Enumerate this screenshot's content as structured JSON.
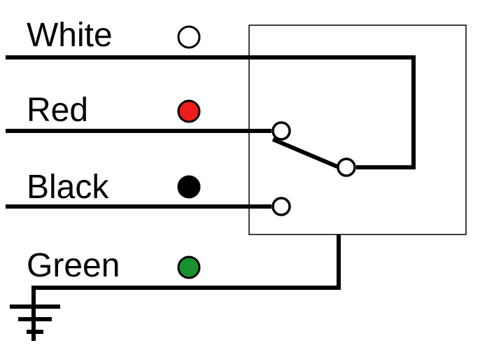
{
  "wires": [
    {
      "label": "White",
      "color": "#ffffff"
    },
    {
      "label": "Red",
      "color": "#ee1c1c"
    },
    {
      "label": "Black",
      "color": "#000000"
    },
    {
      "label": "Green",
      "color": "#17922f"
    }
  ],
  "switch": {
    "type": "single-pole double-throw",
    "common_wire": "White"
  },
  "ground": {
    "icon": "ground-symbol-icon"
  }
}
